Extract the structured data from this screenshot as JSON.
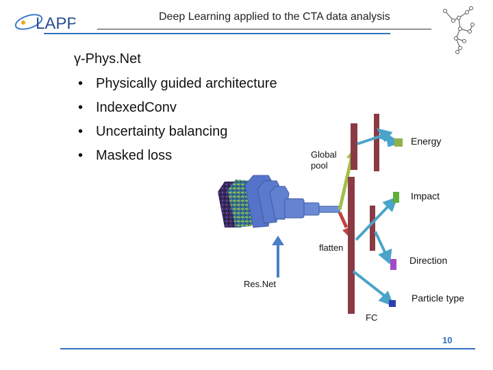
{
  "header": {
    "logo_text": "LAPP",
    "title": "Deep Learning applied to the CTA data analysis"
  },
  "content": {
    "heading": "γ-Phys.Net",
    "bullets": [
      "Physically guided architecture",
      "IndexedConv",
      "Uncertainty balancing",
      "Masked loss"
    ]
  },
  "diagram": {
    "labels": {
      "global_pool": "Global\npool",
      "flatten": "flatten",
      "resnet": "Res.Net",
      "fc": "FC"
    },
    "outputs": [
      {
        "name": "Energy",
        "color": "#8fb24a"
      },
      {
        "name": "Impact",
        "color": "#5fae3a"
      },
      {
        "name": "Direction",
        "color": "#a24bc8"
      },
      {
        "name": "Particle type",
        "color": "#2b3fae"
      }
    ],
    "colors": {
      "fc_bar": "#8b3a44",
      "arrow_blue": "#4aa3c8",
      "arrow_green": "#9fc04a",
      "arrow_red": "#c0453f",
      "resnet_blue": "#4d6fc4"
    }
  },
  "footer": {
    "page_number": "10"
  }
}
